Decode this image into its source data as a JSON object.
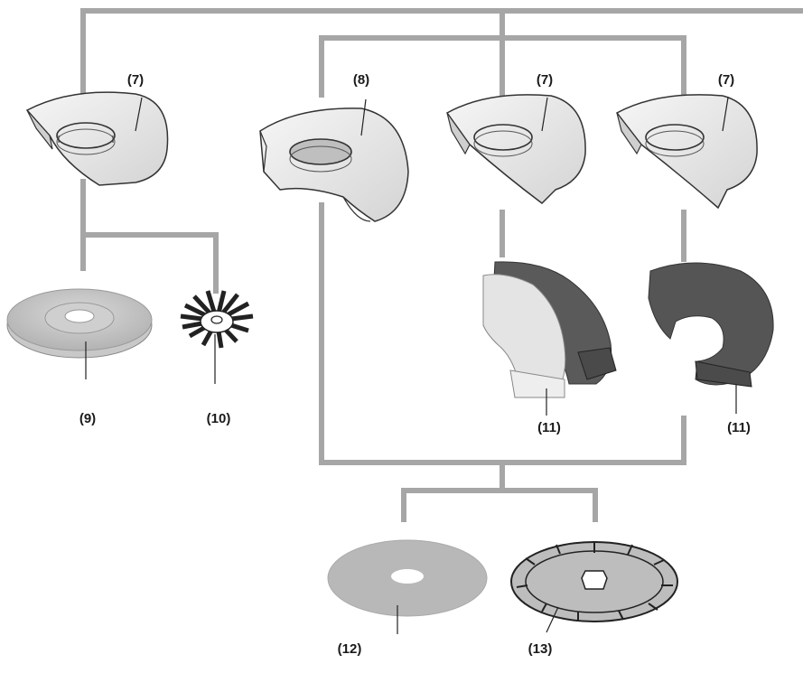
{
  "labels": {
    "guard_1": "(7)",
    "guard_cut": "(8)",
    "guard_2": "(7)",
    "guard_3": "(7)",
    "disc_grinding": "(9)",
    "wire_brush": "(10)",
    "cover_1": "(11)",
    "cover_2": "(11)",
    "cut_disc": "(12)",
    "diamond_disc": "(13)"
  },
  "colors": {
    "connector": "#a6a6a6",
    "guard_fill": "#e8e8e8",
    "dark_part": "#5a5a5a",
    "disc_fill": "#bdbdbd"
  }
}
